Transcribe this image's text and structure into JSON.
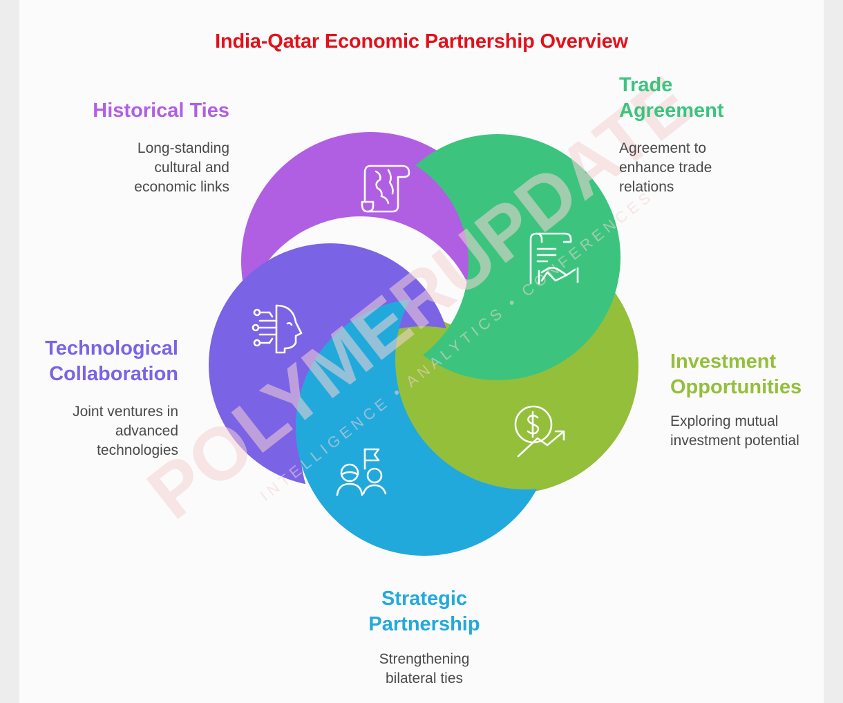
{
  "title": "India-Qatar Economic Partnership Overview",
  "colors": {
    "title": "#e3101a",
    "historical": "#b05fe3",
    "trade": "#3cc47f",
    "investment": "#93bf3b",
    "strategic": "#22a9dc",
    "technological": "#7b63e6",
    "watermark": "#f4d3d3"
  },
  "segments": [
    {
      "key": "historical",
      "icon": "scroll-map-icon",
      "heading": [
        "Historical Ties"
      ],
      "description": [
        "Long-standing",
        "cultural and",
        "economic links"
      ]
    },
    {
      "key": "trade",
      "icon": "contract-handshake-icon",
      "heading": [
        "Trade",
        "Agreement"
      ],
      "description": [
        "Agreement to",
        "enhance trade",
        "relations"
      ]
    },
    {
      "key": "investment",
      "icon": "dollar-growth-icon",
      "heading": [
        "Investment",
        "Opportunities"
      ],
      "description": [
        "Exploring mutual",
        "investment potential"
      ]
    },
    {
      "key": "strategic",
      "icon": "people-flag-icon",
      "heading": [
        "Strategic",
        "Partnership"
      ],
      "description": [
        "Strengthening",
        "bilateral ties"
      ]
    },
    {
      "key": "technological",
      "icon": "ai-head-icon",
      "heading": [
        "Technological",
        "Collaboration"
      ],
      "description": [
        "Joint ventures in",
        "advanced",
        "technologies"
      ]
    }
  ],
  "watermark": {
    "brand": "POLYMERUPDATE",
    "tagline": "INTELLIGENCE • ANALYTICS • CONFERENCES",
    "registered": "®"
  }
}
